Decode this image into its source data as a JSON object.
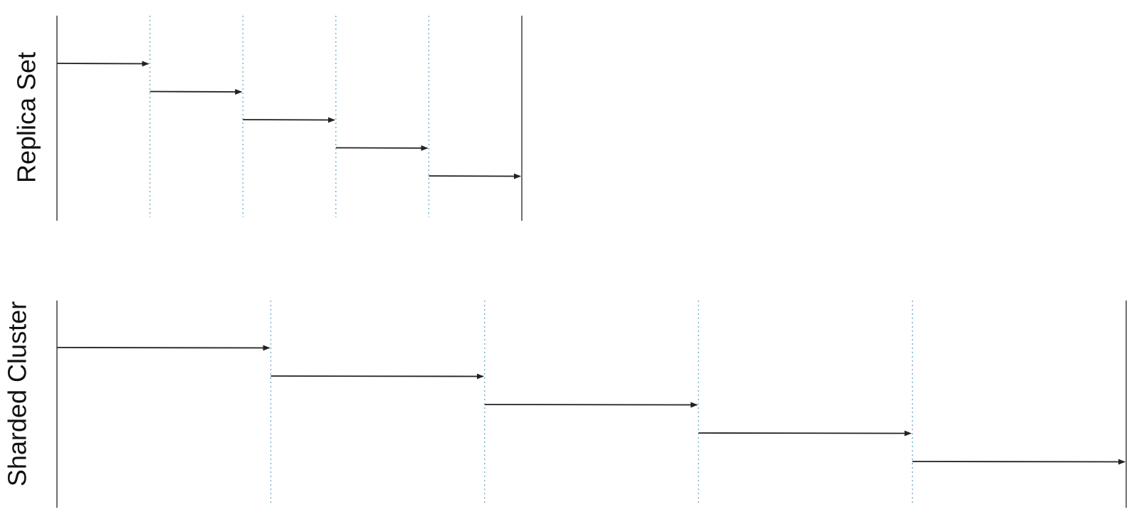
{
  "diagrams": [
    {
      "label": "Replica Set",
      "step_count": 5
    },
    {
      "label": "Sharded Cluster",
      "step_count": 5
    }
  ],
  "colors": {
    "boundary_line": "#6f6f6f",
    "divider_dotted": "#6aaac3",
    "arrow": "#222222",
    "label": "#111111"
  }
}
